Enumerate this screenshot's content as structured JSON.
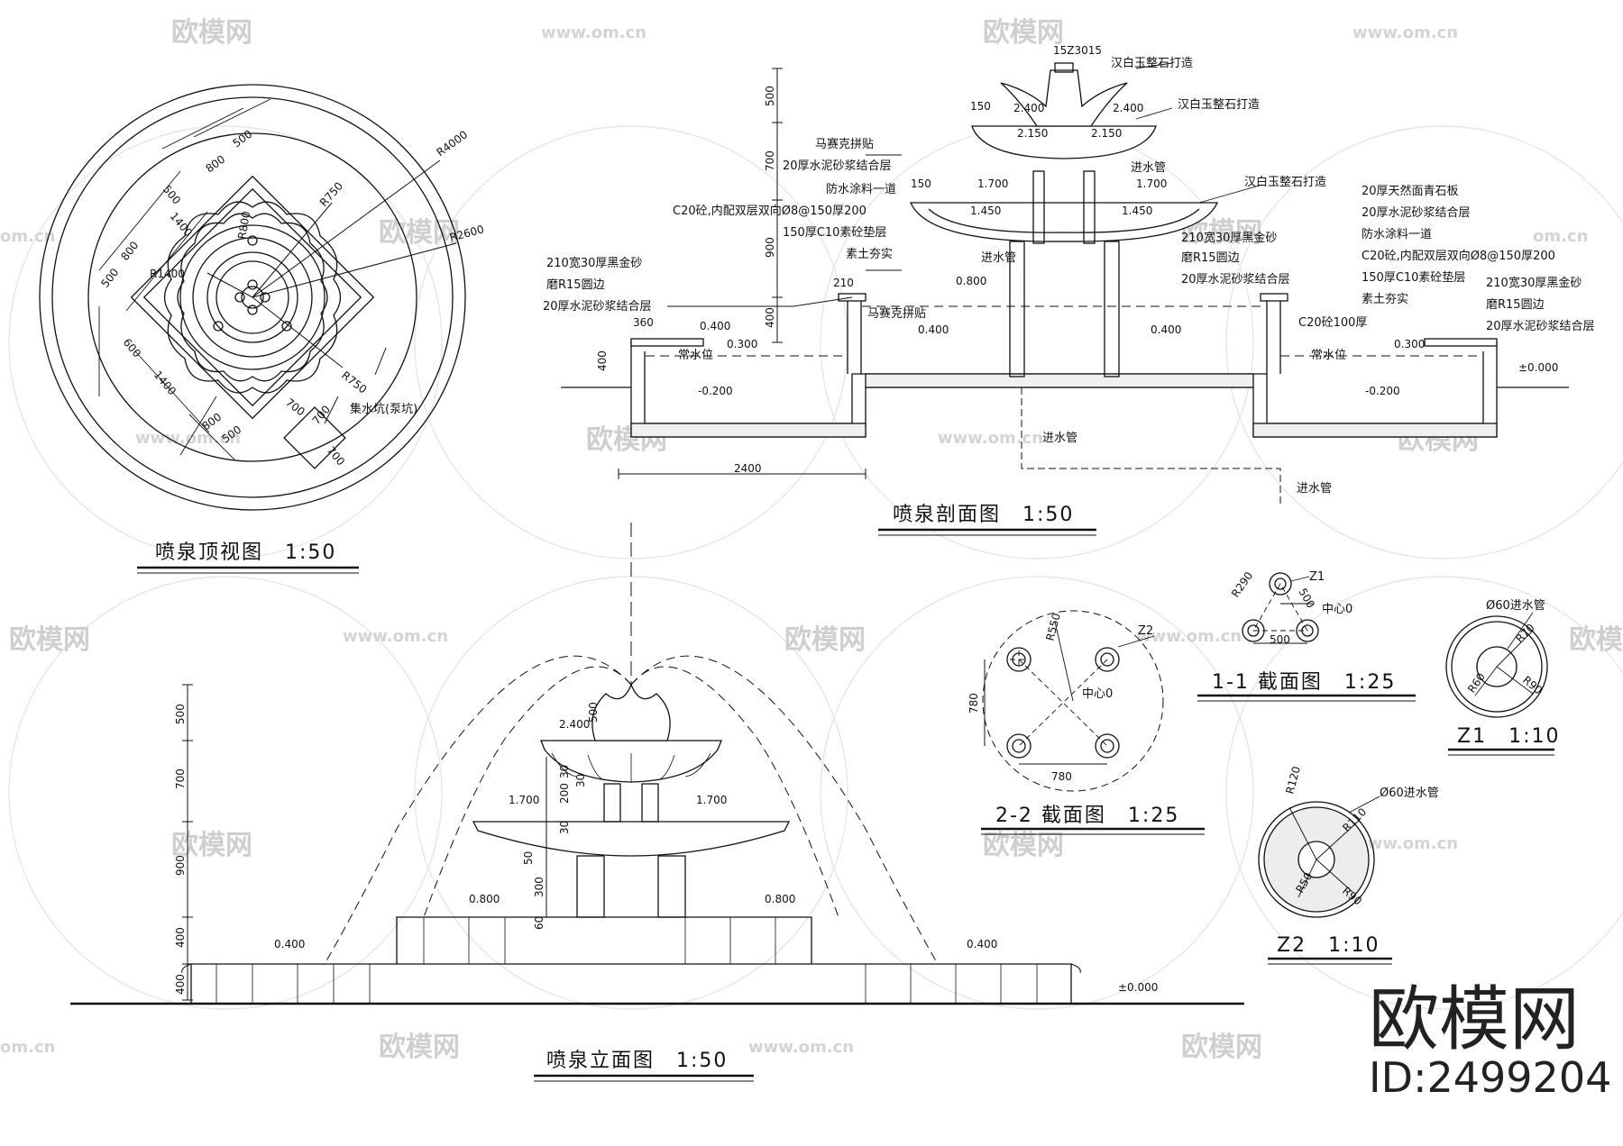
{
  "titles": {
    "top_view": "喷泉顶视图　1:50",
    "section": "喷泉剖面图　1:50",
    "elevation": "喷泉立面图　1:50",
    "cut_2_2": "2-2 截面图　1:25",
    "cut_1_1": "1-1 截面图　1:25",
    "z1": "Z1　1:10",
    "z2": "Z2　1:10"
  },
  "top_view": {
    "radii": [
      "R4000",
      "R2600",
      "R1400",
      "R800",
      "R750",
      "R750"
    ],
    "dims": [
      "800",
      "500",
      "1400",
      "500",
      "800",
      "500",
      "600",
      "1400",
      "800",
      "700",
      "500",
      "700",
      "700"
    ],
    "pit": "集水坑(泵坑)"
  },
  "section": {
    "top_note": "15Z3015",
    "stone_1": "汉白玉整石打造",
    "stone_2": "汉白玉整石打造",
    "stone_3": "汉白玉整石打造",
    "inlet_1": "进水管",
    "inlet_2": "进水管",
    "inlet_3": "进水管",
    "inlet_4": "进水管",
    "left_layers": [
      "马赛克拼贴",
      "20厚水泥砂浆结合层",
      "防水涂料一道",
      "C20砼,内配双层双向Ø8@150厚200",
      "150厚C10素砼垫层",
      "素土夯实"
    ],
    "left_coping": [
      "210宽30厚黑金砂",
      "磨R15圆边",
      "20厚水泥砂浆结合层"
    ],
    "mid_coping": [
      "210宽30厚黑金砂",
      "磨R15圆边",
      "20厚水泥砂浆结合层"
    ],
    "right_layers": [
      "20厚天然面青石板",
      "20厚水泥砂浆结合层",
      "防水涂料一道",
      "C20砼,内配双层双向Ø8@150厚200",
      "150厚C10素砼垫层",
      "素土夯实"
    ],
    "right_coping": [
      "210宽30厚黑金砂",
      "磨R15圆边",
      "20厚水泥砂浆结合层"
    ],
    "mosaic": "马赛克拼贴",
    "c20": "C20砼100厚",
    "normal_water": "常水位",
    "normal_water_2": "常水位",
    "levels": [
      "2.400",
      "2.400",
      "2.150",
      "2.150",
      "1.700",
      "1.700",
      "1.450",
      "1.450",
      "0.800",
      "0.400",
      "0.400",
      "0.400",
      "0.300",
      "0.300",
      "-0.200",
      "-0.200",
      "±0.000"
    ],
    "dims_v": [
      "500",
      "700",
      "900",
      "400",
      "400"
    ],
    "dims_h": [
      "150",
      "150",
      "210",
      "360",
      "2400"
    ]
  },
  "elevation": {
    "dims_v": [
      "500",
      "700",
      "900",
      "400",
      "400"
    ],
    "dims_small": [
      "30",
      "200",
      "30",
      "30",
      "50",
      "300",
      "60",
      "500"
    ],
    "levels": [
      "2.400",
      "1.700",
      "1.700",
      "0.800",
      "0.800",
      "0.400",
      "0.400",
      "±0.000"
    ]
  },
  "cut_2_2": {
    "r": "R550",
    "tag": "Z2",
    "center": "中心0",
    "dim_v": "780",
    "dim_h": "780"
  },
  "cut_1_1": {
    "r": "R290",
    "tag": "Z1",
    "center": "中心0",
    "d1": "500",
    "d2": "500"
  },
  "z1": {
    "pipe": "Ø60进水管",
    "r1": "R70",
    "r2": "R90",
    "r3": "R60"
  },
  "z2": {
    "pipe": "Ø60进水管",
    "r1": "R120",
    "r2": "R110",
    "r3": "R50",
    "r4": "R90"
  },
  "watermark": {
    "brand": "欧模网",
    "url": "www.om.cn",
    "url_part": "om.cn",
    "id": "ID:2499204"
  }
}
